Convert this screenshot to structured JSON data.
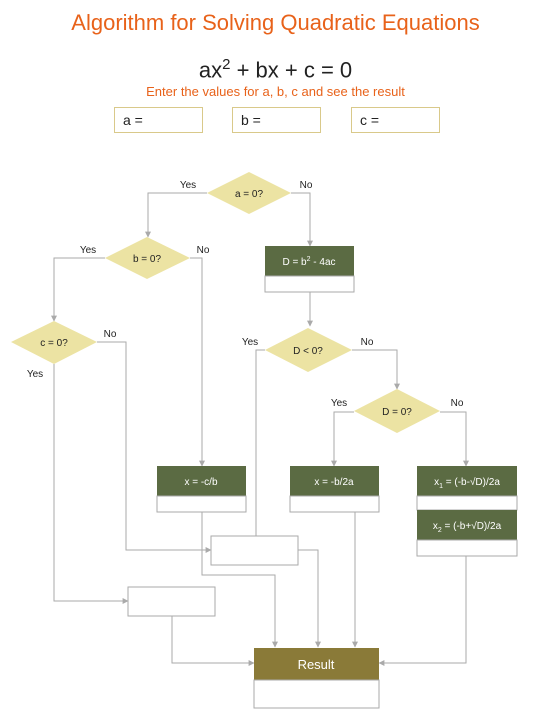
{
  "header": {
    "title": "Algorithm for Solving Quadratic Equations",
    "equation_lhs": "ax",
    "equation_exp": "2",
    "equation_rhs": " + bx + c = 0",
    "subtitle": "Enter the values for a, b, c and see the result"
  },
  "inputs": {
    "a_label": "a =",
    "b_label": "b =",
    "c_label": "c ="
  },
  "flow": {
    "decision_a": "a = 0?",
    "decision_b": "b = 0?",
    "decision_c": "c = 0?",
    "decision_d_neg": "D < 0?",
    "decision_d_zero": "D = 0?",
    "yes": "Yes",
    "no": "No",
    "discriminant": {
      "main": "D = b",
      "exp": "2",
      "tail": " - 4ac"
    },
    "x_linear": "x = -c/b",
    "x_double": "x = -b/2a",
    "x1": {
      "pre": "x",
      "sub": "1",
      "post": " = (-b-√D)/2a"
    },
    "x2": {
      "pre": "x",
      "sub": "2",
      "post": " = (-b+√D)/2a"
    },
    "result": "Result"
  },
  "colors": {
    "accent": "#e8621a",
    "diamond": "#ece3a3",
    "process": "#5b6b43",
    "result": "#8a7a38",
    "connector": "#aaaaaa"
  }
}
